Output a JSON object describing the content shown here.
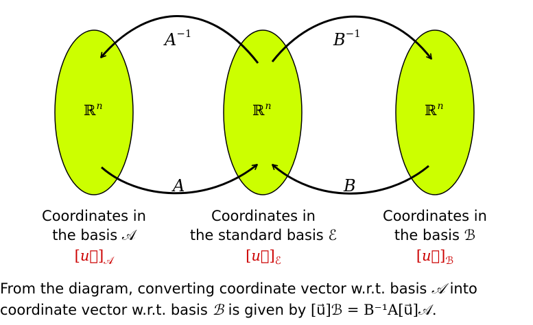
{
  "sets": [
    {
      "label_base": "ℝ",
      "label_sup": "n",
      "caption_line1": "Coordinates in",
      "caption_line2": "the basis 𝒜",
      "coord_vec": "u⃗",
      "coord_sub": "𝒜"
    },
    {
      "label_base": "ℝ",
      "label_sup": "n",
      "caption_line1": "Coordinates in",
      "caption_line2": "the standard basis ℰ",
      "coord_vec": "u⃗",
      "coord_sub": "ℰ"
    },
    {
      "label_base": "ℝ",
      "label_sup": "n",
      "caption_line1": "Coordinates in",
      "caption_line2": "the basis ℬ",
      "coord_vec": "u⃗",
      "coord_sub": "ℬ"
    }
  ],
  "arrows": {
    "a_inverse": {
      "base": "A",
      "sup": "−1"
    },
    "b_inverse": {
      "base": "B",
      "sup": "−1"
    },
    "a": {
      "base": "A"
    },
    "b": {
      "base": "B"
    }
  },
  "colors": {
    "ellipse_fill": "#ccff00",
    "outline": "#000000",
    "coord_text": "#cc0000"
  },
  "footer": {
    "line1_text": "From the diagram, converting coordinate vector w.r.t. basis ",
    "line1_basis": "𝒜",
    "line1_end": " into",
    "line2_text": "coordinate vector w.r.t. basis ",
    "line2_basis": "ℬ",
    "line2_mid": " is given by ",
    "formula": "[u⃗]ℬ = B⁻¹A[u⃗]𝒜."
  }
}
